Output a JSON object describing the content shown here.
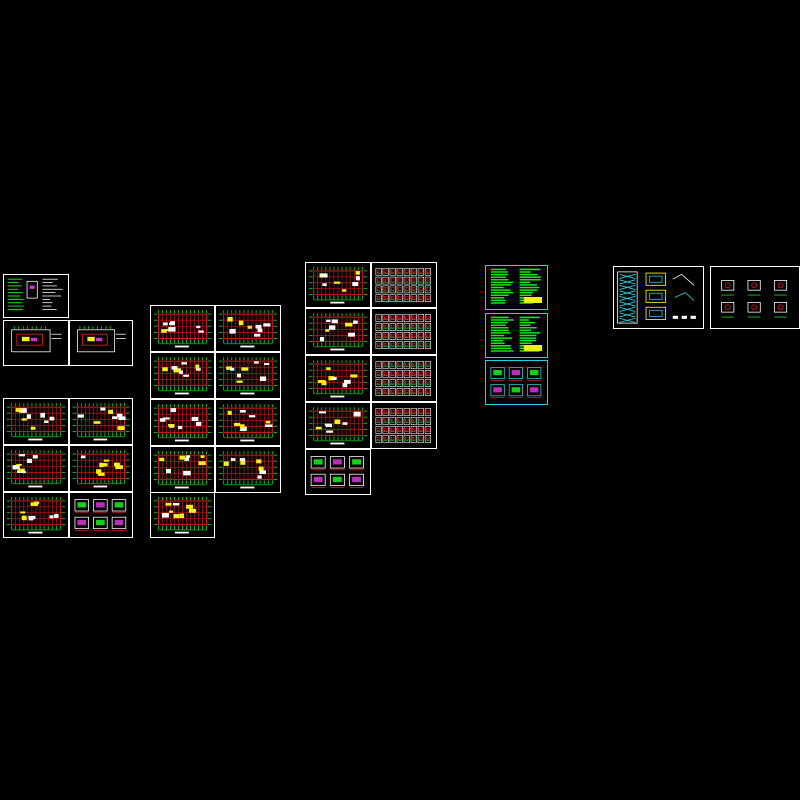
{
  "drawing": {
    "background_color": "#000000",
    "sheet_border_color": "#ffffff",
    "alt_border_color": "#22d3e6",
    "palette": {
      "red": "#e01a1a",
      "green": "#19e619",
      "yellow": "#f2f21a",
      "white": "#ffffff",
      "cyan": "#22d3e6",
      "magenta": "#cc33cc"
    },
    "groups": [
      {
        "name": "group-1",
        "sheets": [
          {
            "id": "g1-s1",
            "kind": "notes"
          },
          {
            "id": "g1-s2",
            "kind": "site-plan"
          },
          {
            "id": "g1-s3",
            "kind": "site-plan"
          },
          {
            "id": "g1-s4",
            "kind": "floor-plan"
          },
          {
            "id": "g1-s5",
            "kind": "floor-plan"
          },
          {
            "id": "g1-s6",
            "kind": "floor-plan"
          },
          {
            "id": "g1-s7",
            "kind": "floor-plan"
          },
          {
            "id": "g1-s8",
            "kind": "floor-plan"
          },
          {
            "id": "g1-s9",
            "kind": "detail"
          }
        ]
      },
      {
        "name": "group-2",
        "sheets": [
          {
            "id": "g2-s1",
            "kind": "structural-plan"
          },
          {
            "id": "g2-s2",
            "kind": "structural-plan"
          },
          {
            "id": "g2-s3",
            "kind": "structural-plan"
          },
          {
            "id": "g2-s4",
            "kind": "structural-plan"
          },
          {
            "id": "g2-s5",
            "kind": "structural-plan"
          },
          {
            "id": "g2-s6",
            "kind": "structural-plan"
          },
          {
            "id": "g2-s7",
            "kind": "structural-plan"
          },
          {
            "id": "g2-s8",
            "kind": "structural-plan"
          },
          {
            "id": "g2-s9",
            "kind": "structural-plan"
          }
        ]
      },
      {
        "name": "group-3",
        "sheets": [
          {
            "id": "g3-s1",
            "kind": "floor-plan"
          },
          {
            "id": "g3-s2",
            "kind": "schedule"
          },
          {
            "id": "g3-s3",
            "kind": "floor-plan"
          },
          {
            "id": "g3-s4",
            "kind": "schedule"
          },
          {
            "id": "g3-s5",
            "kind": "floor-plan"
          },
          {
            "id": "g3-s6",
            "kind": "schedule"
          },
          {
            "id": "g3-s7",
            "kind": "floor-plan"
          },
          {
            "id": "g3-s8",
            "kind": "schedule"
          },
          {
            "id": "g3-s9",
            "kind": "detail"
          }
        ]
      },
      {
        "name": "group-4",
        "sheets": [
          {
            "id": "g4-s1",
            "kind": "legend"
          },
          {
            "id": "g4-s2",
            "kind": "legend"
          },
          {
            "id": "g4-s3",
            "kind": "detail-cyan"
          }
        ]
      },
      {
        "name": "group-5",
        "sheets": [
          {
            "id": "g5-s1",
            "kind": "elevation"
          },
          {
            "id": "g5-s2",
            "kind": "node-detail"
          }
        ]
      }
    ]
  }
}
